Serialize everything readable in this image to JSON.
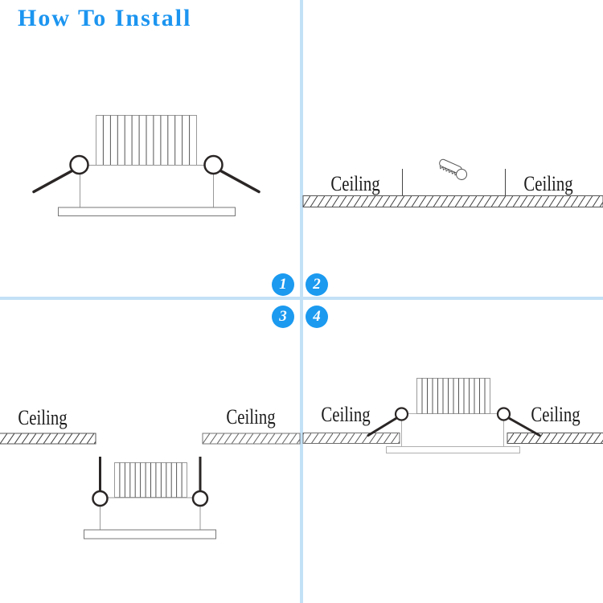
{
  "title": "How To Install",
  "colors": {
    "accent": "#1c95f0",
    "badge_blue": "#1b9af0",
    "divider_blue": "#c3e1f6",
    "line_dark": "#2b2626",
    "line_grey": "#999999"
  },
  "badges": [
    {
      "number": "1"
    },
    {
      "number": "2"
    },
    {
      "number": "3"
    },
    {
      "number": "4"
    }
  ],
  "labels": {
    "step2_left": "Ceiling",
    "step2_right": "Ceiling",
    "step3_left": "Ceiling",
    "step3_right": "Ceiling",
    "step4_left": "Ceiling",
    "step4_right": "Ceiling"
  },
  "icons": {
    "drill": "drill-bit-icon"
  }
}
